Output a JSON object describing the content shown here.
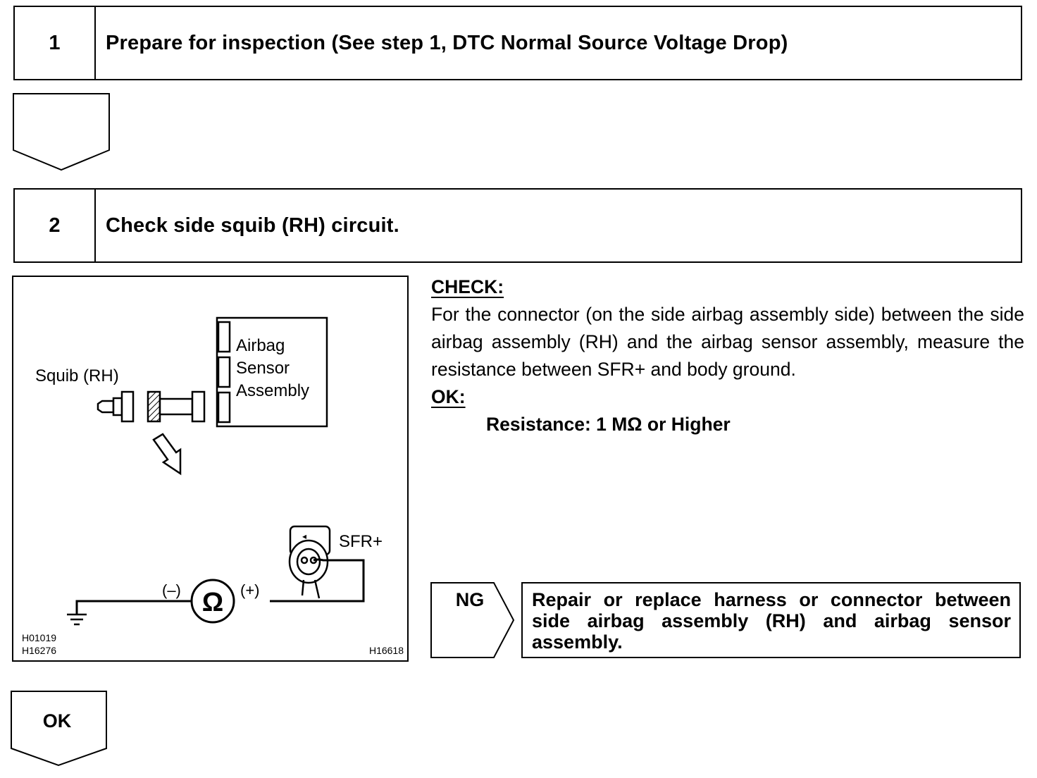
{
  "step1": {
    "number": "1",
    "title": "Prepare for inspection (See step 1, DTC Normal Source Voltage Drop)"
  },
  "step2": {
    "number": "2",
    "title": "Check side squib (RH) circuit."
  },
  "figure": {
    "squib_label": "Squib (RH)",
    "sensor_label_line1": "Airbag",
    "sensor_label_line2": "Sensor",
    "sensor_label_line3": "Assembly",
    "terminal_label": "SFR+",
    "minus_label": "(–)",
    "plus_label": "(+)",
    "ohm_symbol": "Ω",
    "code1": "H01019",
    "code2": "H16276",
    "code3": "H16618"
  },
  "check": {
    "heading": "CHECK:",
    "text": "For the connector (on the side airbag assembly side) between the side airbag assembly (RH) and the airbag sensor assembly, measure the resistance between SFR+ and body ground.",
    "ok_heading": "OK:",
    "resistance": "Resistance: 1 MΩ or Higher"
  },
  "ng": {
    "label": "NG",
    "text": "Repair or replace harness or connector between side airbag assembly (RH) and airbag sensor assembly."
  },
  "ok_arrow": {
    "label": "OK"
  }
}
